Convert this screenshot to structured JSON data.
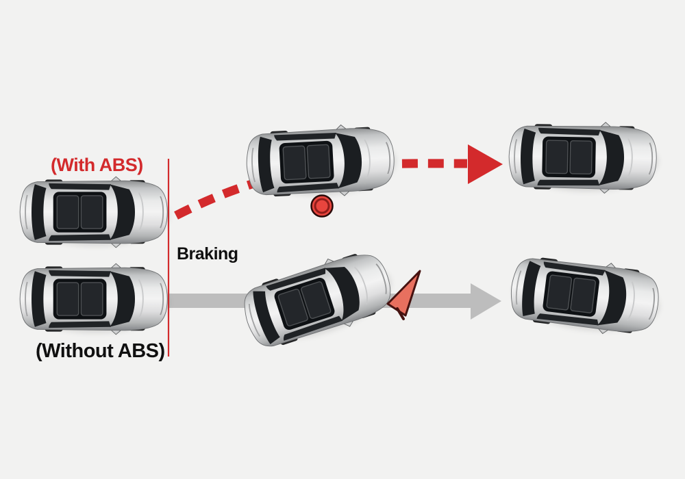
{
  "labels": {
    "with_abs": "(With ABS)",
    "braking": "Braking",
    "without_abs": "(Without ABS)"
  },
  "colors": {
    "background": "#f2f2f1",
    "red": "#d32a2c",
    "gray_path": "#bdbdbd",
    "text_dark": "#101010",
    "circle_fill": "#e8453e",
    "circle_ring": "#8f1d1a",
    "circle_outline": "#2b0a09",
    "triangle_fill": "#e8705f",
    "triangle_outline": "#451210"
  },
  "markers": {
    "abs_path": "red-dashed-arrow-right",
    "no_abs_path": "gray-solid-arrow-right",
    "braking_point": "red-vertical-line",
    "wheel_marker": "red-circle-marker",
    "skid_marker": "red-triangle-marker"
  },
  "cars": {
    "abs_start": "car-top-view",
    "abs_braking": "car-top-view",
    "abs_stopped": "car-top-view",
    "no_abs_start": "car-top-view",
    "no_abs_skidding": "car-top-view-rotated",
    "no_abs_end": "car-top-view-rotated"
  }
}
